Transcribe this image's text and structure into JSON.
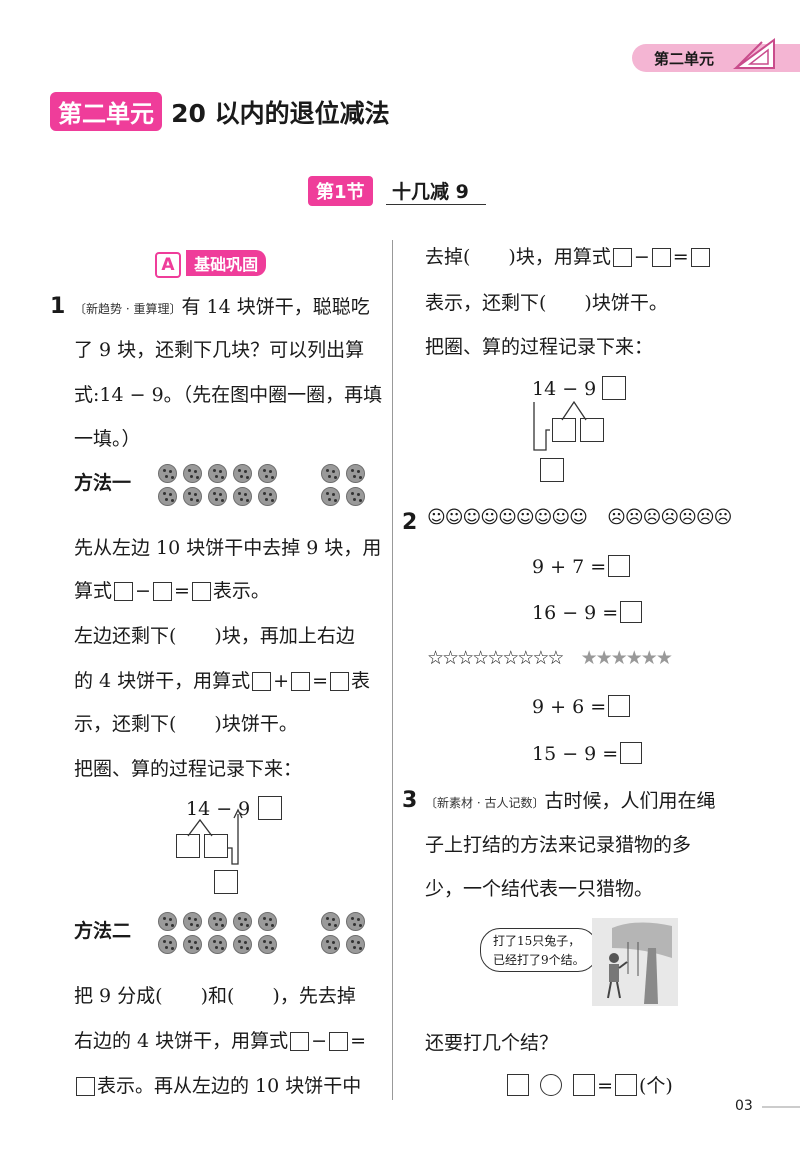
{
  "header": {
    "unit_tab": "第二单元"
  },
  "title": {
    "badge": "第二单元",
    "text": "20 以内的退位减法"
  },
  "section": {
    "badge": "第1节",
    "title": "十几减 9"
  },
  "subsection": {
    "letter": "A",
    "label": "基础巩固"
  },
  "q1": {
    "number": "1",
    "tag": "〔新趋势 · 重算理〕",
    "lines": [
      "有 14 块饼干，聪聪吃",
      "了 9 块，还剩下几块？可以列出算",
      "式:14 − 9。（先在图中圈一圈，再填",
      "一填。）"
    ],
    "method1": "方法一",
    "m1_l1": "先从左边 10 块饼干中去掉 9 块，用",
    "m1_l2a": "算式",
    "minus": "−",
    "plus": "+",
    "eq": "=",
    "m1_l2b": "表示。",
    "m1_l3": "左边还剩下(　　)块，再加上右边",
    "m1_l4a": "的 4 块饼干，用算式",
    "m1_l4b": "表",
    "m1_l5": "示，还剩下(　　)块饼干。",
    "m1_l6": "把圈、算的过程记录下来：",
    "diagram": "14 − 9 =",
    "method2": "方法二",
    "m2_l1": "把 9 分成(　　)和(　　)，先去掉",
    "m2_l2a": "右边的 4 块饼干，用算式",
    "m2_l3": "表示。再从左边的 10 块饼干中",
    "m2_r1": "去掉(　　)块，用算式",
    "m2_r2": "表示，还剩下(　　)块饼干。",
    "m2_r3": "把圈、算的过程记录下来："
  },
  "q2": {
    "number": "2",
    "smile": "☺",
    "frown": "☹",
    "e1": "9 + 7 =",
    "e2": "16 − 9 =",
    "star_o": "☆",
    "star_f": "★",
    "e3": "9 + 6 =",
    "e4": "15 − 9 ="
  },
  "q3": {
    "number": "3",
    "tag": "〔新素材 · 古人记数〕",
    "lines": [
      "古时候，人们用在绳",
      "子上打结的方法来记录猎物的多",
      "少，一个结代表一只猎物。"
    ],
    "bubble": [
      "打了15只兔子，",
      "已经打了9个结。"
    ],
    "question": "还要打几个结？",
    "unit": "(个)"
  },
  "page_number": "03"
}
